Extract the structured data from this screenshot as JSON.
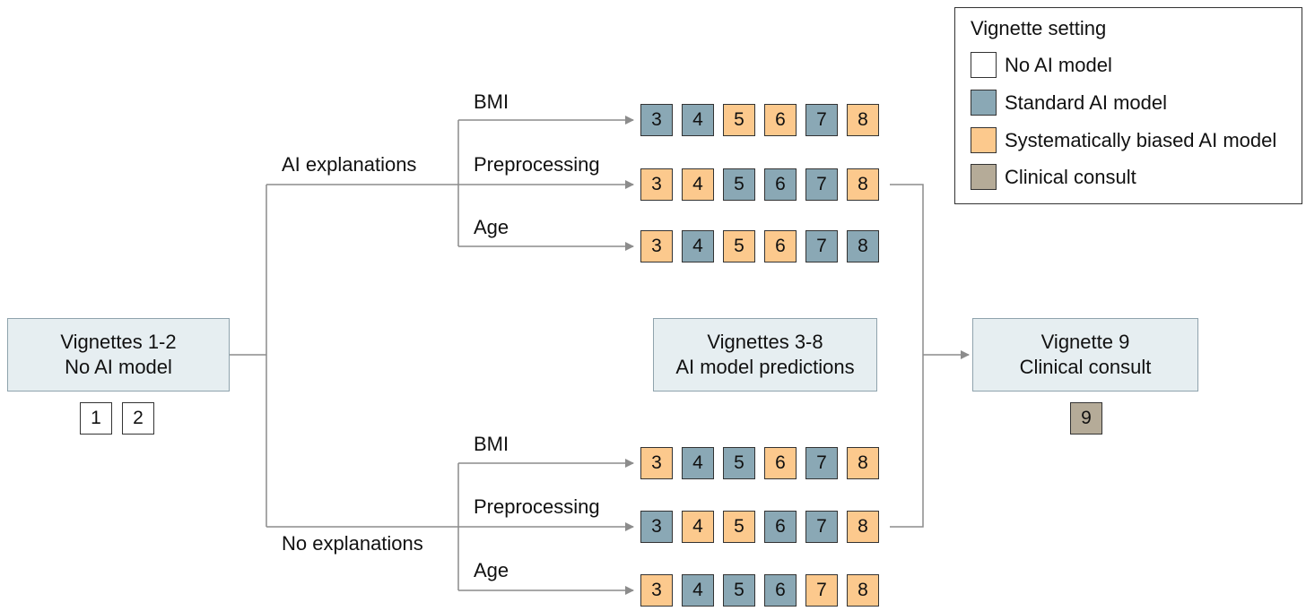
{
  "colors": {
    "none": "#ffffff",
    "standard": "#8aa8b5",
    "biased": "#fcc98d",
    "consult": "#b5ab98",
    "line": "#8c8c8c"
  },
  "legend": {
    "title": "Vignette setting",
    "items": [
      {
        "label": "No AI model",
        "color": "none"
      },
      {
        "label": "Standard AI model",
        "color": "standard"
      },
      {
        "label": "Systematically biased AI model",
        "color": "biased"
      },
      {
        "label": "Clinical consult",
        "color": "consult"
      }
    ]
  },
  "start_box": {
    "line1": "Vignettes 1-2",
    "line2": "No AI model",
    "squares": [
      "1",
      "2"
    ]
  },
  "middle_box": {
    "line1": "Vignettes 3-8",
    "line2": "AI model predictions"
  },
  "end_box": {
    "line1": "Vignette 9",
    "line2": "Clinical consult",
    "square": "9"
  },
  "branches": {
    "top": "AI explanations",
    "bottom": "No explanations"
  },
  "arms": [
    {
      "label": "BMI",
      "cells": [
        [
          "3",
          "standard"
        ],
        [
          "4",
          "standard"
        ],
        [
          "5",
          "biased"
        ],
        [
          "6",
          "biased"
        ],
        [
          "7",
          "standard"
        ],
        [
          "8",
          "biased"
        ]
      ]
    },
    {
      "label": "Preprocessing",
      "cells": [
        [
          "3",
          "biased"
        ],
        [
          "4",
          "biased"
        ],
        [
          "5",
          "standard"
        ],
        [
          "6",
          "standard"
        ],
        [
          "7",
          "standard"
        ],
        [
          "8",
          "biased"
        ]
      ]
    },
    {
      "label": "Age",
      "cells": [
        [
          "3",
          "biased"
        ],
        [
          "4",
          "standard"
        ],
        [
          "5",
          "biased"
        ],
        [
          "6",
          "biased"
        ],
        [
          "7",
          "standard"
        ],
        [
          "8",
          "standard"
        ]
      ]
    },
    {
      "label": "BMI",
      "cells": [
        [
          "3",
          "biased"
        ],
        [
          "4",
          "standard"
        ],
        [
          "5",
          "standard"
        ],
        [
          "6",
          "biased"
        ],
        [
          "7",
          "standard"
        ],
        [
          "8",
          "biased"
        ]
      ]
    },
    {
      "label": "Preprocessing",
      "cells": [
        [
          "3",
          "standard"
        ],
        [
          "4",
          "biased"
        ],
        [
          "5",
          "biased"
        ],
        [
          "6",
          "standard"
        ],
        [
          "7",
          "standard"
        ],
        [
          "8",
          "biased"
        ]
      ]
    },
    {
      "label": "Age",
      "cells": [
        [
          "3",
          "biased"
        ],
        [
          "4",
          "standard"
        ],
        [
          "5",
          "standard"
        ],
        [
          "6",
          "standard"
        ],
        [
          "7",
          "biased"
        ],
        [
          "8",
          "biased"
        ]
      ]
    }
  ]
}
